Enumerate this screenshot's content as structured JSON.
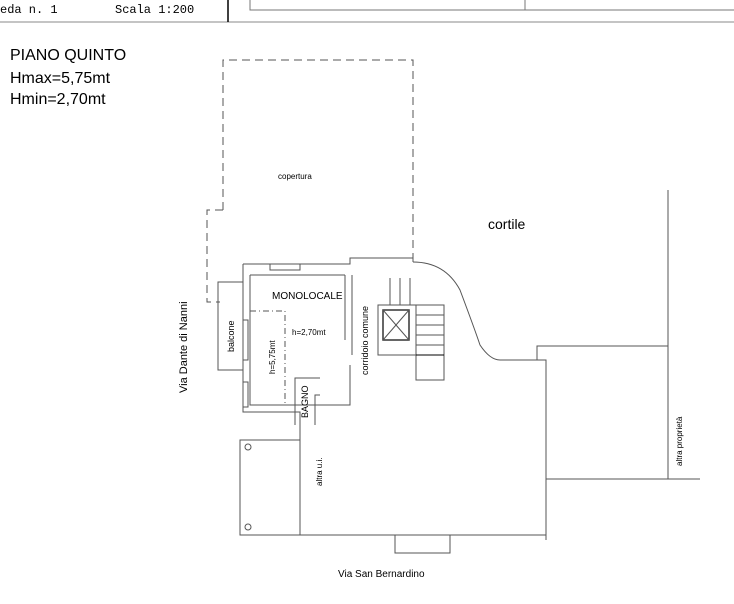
{
  "header": {
    "sheet": "eda n. 1",
    "scale": "Scala 1:200"
  },
  "title": {
    "floor": "PIANO QUINTO",
    "hmax": "Hmax=5,75mt",
    "hmin": "Hmin=2,70mt"
  },
  "labels": {
    "copertura": "copertura",
    "cortile": "cortile",
    "monolocale": "MONOLOCALE",
    "h_low": "h=2,70mt",
    "h_high": "h=5,75mt",
    "balcone": "balcone",
    "bagno": "BAGNO",
    "corridoio": "corridoio comune",
    "altra_ui": "altra u.i.",
    "altra_proprieta": "altra proprietà",
    "street_left": "Via Dante di Nanni",
    "street_bottom": "Via San Bernardino"
  }
}
